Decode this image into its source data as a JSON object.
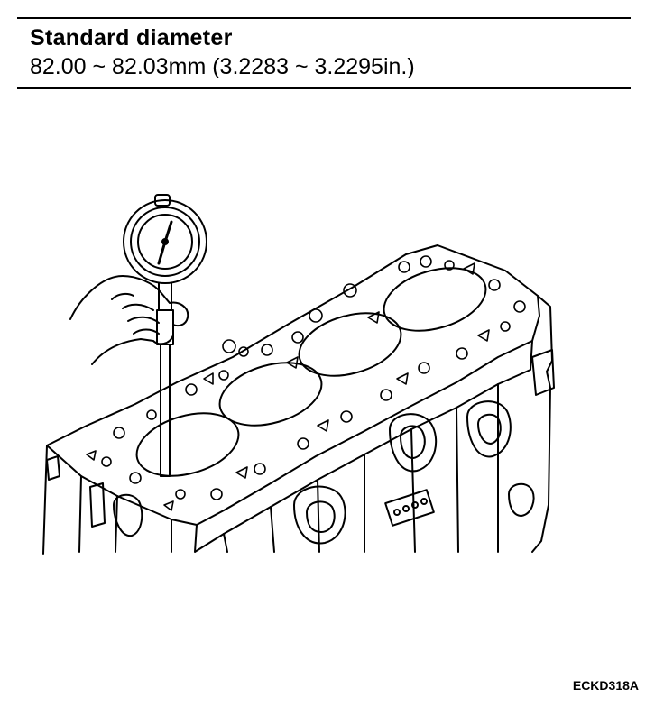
{
  "spec": {
    "title": "Standard diameter",
    "value": "82.00 ~ 82.03mm (3.2283 ~ 3.2295in.)"
  },
  "figure": {
    "code": "ECKD318A"
  }
}
